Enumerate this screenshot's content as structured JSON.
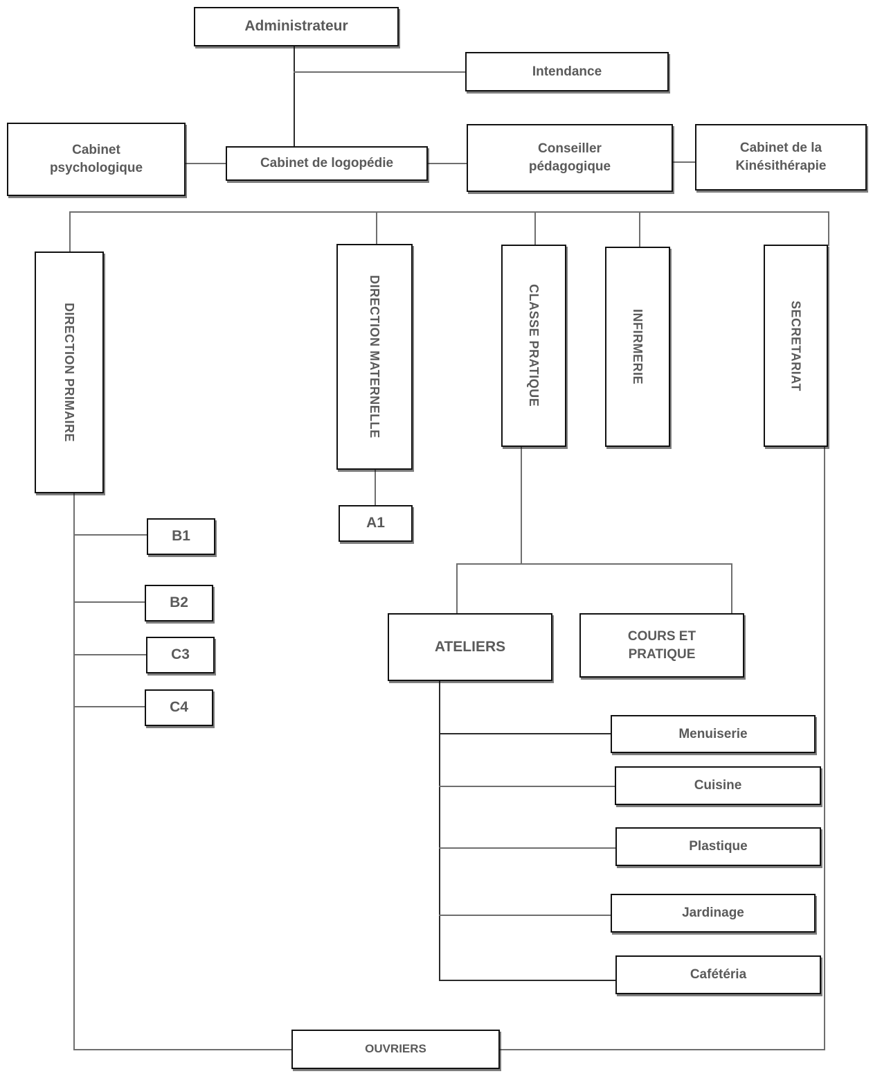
{
  "diagram": {
    "title": "Organigramme",
    "type": "organizational-chart",
    "background_color": "#ffffff",
    "box_border_color": "#111111",
    "text_color": "#5a5a5a",
    "line_color": "#6e6e6e"
  },
  "nodes": {
    "administrateur": "Administrateur",
    "intendance": "Intendance",
    "cabinet_psychologique": "Cabinet\npsychologique",
    "cabinet_logopedie": "Cabinet de logopédie",
    "conseiller_pedagogique": "Conseiller\npédagogique",
    "cabinet_kinesitherapie": "Cabinet de la\nKinésithérapie",
    "direction_primaire": "DIRECTION PRIMAIRE",
    "direction_maternelle": "DIRECTION MATERNELLE",
    "classe_pratique": "CLASSE PRATIQUE",
    "infirmerie": "INFIRMERIE",
    "secretariat": "SECRETARIAT",
    "b1": "B1",
    "b2": "B2",
    "c3": "C3",
    "c4": "C4",
    "a1": "A1",
    "ateliers": "ATELIERS",
    "cours_et_pratique": "COURS ET\nPRATIQUE",
    "menuiserie": "Menuiserie",
    "cuisine": "Cuisine",
    "plastique": "Plastique",
    "jardinage": "Jardinage",
    "cafeteria": "Cafétéria",
    "ouvriers": "OUVRIERS"
  }
}
